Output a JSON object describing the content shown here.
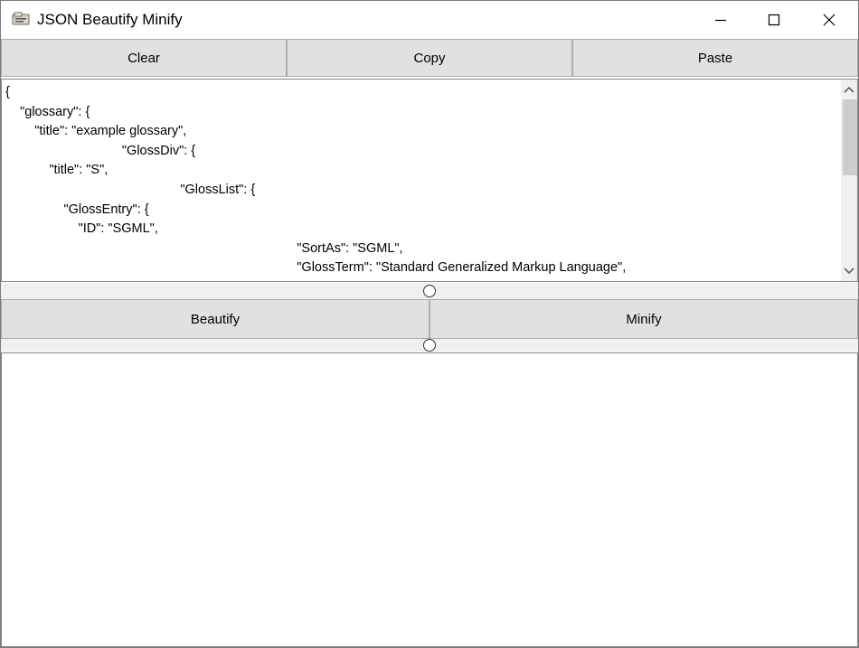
{
  "window": {
    "title": "JSON Beautify Minify",
    "icon": "app-icon",
    "controls": [
      "minimize-icon",
      "maximize-icon",
      "close-icon"
    ]
  },
  "toolbar": {
    "clear_label": "Clear",
    "copy_label": "Copy",
    "paste_label": "Paste"
  },
  "input_editor": {
    "lines": [
      "{",
      "    \"glossary\": {",
      "        \"title\": \"example glossary\",",
      "                                \"GlossDiv\": {",
      "            \"title\": \"S\",",
      "                                                \"GlossList\": {",
      "                \"GlossEntry\": {",
      "                    \"ID\": \"SGML\",",
      "                                                                                \"SortAs\": \"SGML\",",
      "                                                                                \"GlossTerm\": \"Standard Generalized Markup Language\","
    ]
  },
  "actions": {
    "beautify_label": "Beautify",
    "minify_label": "Minify"
  },
  "output_editor": {
    "text": ""
  }
}
